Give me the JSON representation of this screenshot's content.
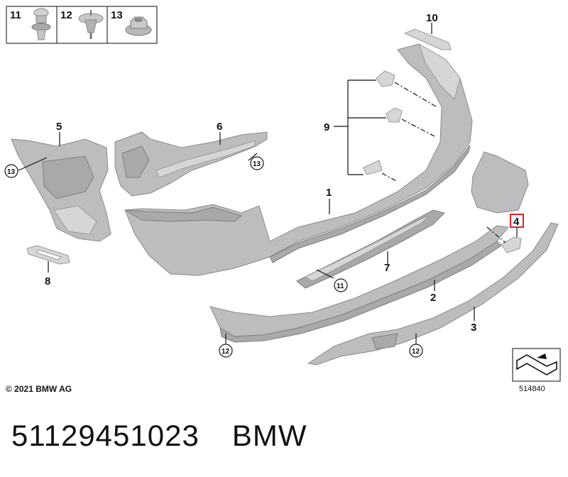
{
  "legend": {
    "items": [
      {
        "number": "11"
      },
      {
        "number": "12"
      },
      {
        "number": "13"
      }
    ]
  },
  "callouts": {
    "p1": "1",
    "p2": "2",
    "p3": "3",
    "p4": "4",
    "p5": "5",
    "p6": "6",
    "p7": "7",
    "p8": "8",
    "p9": "9",
    "p10": "10",
    "c11": "11",
    "c12a": "12",
    "c12b": "12",
    "c13a": "13",
    "c13b": "13"
  },
  "highlight_color": "#e0202a",
  "copyright": "© 2021 BMW AG",
  "diagram_number": "514840",
  "caption": {
    "part_number": "51129451023",
    "brand": "BMW"
  }
}
